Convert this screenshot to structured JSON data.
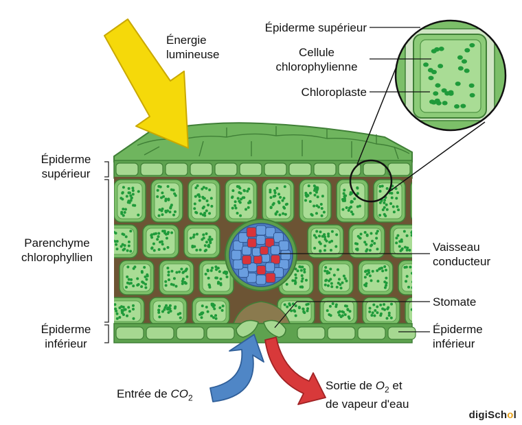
{
  "labels": {
    "energie_line1": "Énergie",
    "energie_line2": "lumineuse",
    "epi_sup_inset": "Épiderme supérieur",
    "cellule_line1": "Cellule",
    "cellule_line2": "chlorophylienne",
    "chloroplaste": "Chloroplaste",
    "epi_sup_left_line1": "Épiderme",
    "epi_sup_left_line2": "supérieur",
    "parenchyme_line1": "Parenchyme",
    "parenchyme_line2": "chlorophyllien",
    "epi_inf_left_line1": "Épiderme",
    "epi_inf_left_line2": "inférieur",
    "vaisseau_line1": "Vaisseau",
    "vaisseau_line2": "conducteur",
    "stomate": "Stomate",
    "epi_inf_right_line1": "Épiderme",
    "epi_inf_right_line2": "inférieur",
    "entree_text": "Entrée de ",
    "entree_chem": "CO",
    "entree_sub": "2",
    "sortie_line1_text": "Sortie de ",
    "sortie_line1_chem": "O",
    "sortie_line1_sub": "2",
    "sortie_line1_end": " et",
    "sortie_line2": "de vapeur d'eau"
  },
  "logo": {
    "part1": "digiSch",
    "part2": "o",
    "part3": "l"
  },
  "colors": {
    "leaf_dark": "#3f7f36",
    "leaf_mid": "#6fb55e",
    "leaf_light": "#9fd68c",
    "intercellular": "#7a5a3a",
    "chloroplast": "#1f9a3a",
    "vessel_blue": "#5a8fd0",
    "vessel_red": "#d9343a",
    "arrow_yellow": "#f5d90a",
    "arrow_blue": "#4f86c6",
    "arrow_red": "#d8393a"
  },
  "icons": {
    "sun_arrow": "yellow-arrow-icon",
    "co2_arrow": "blue-arrow-icon",
    "o2_arrow": "red-arrow-icon"
  }
}
